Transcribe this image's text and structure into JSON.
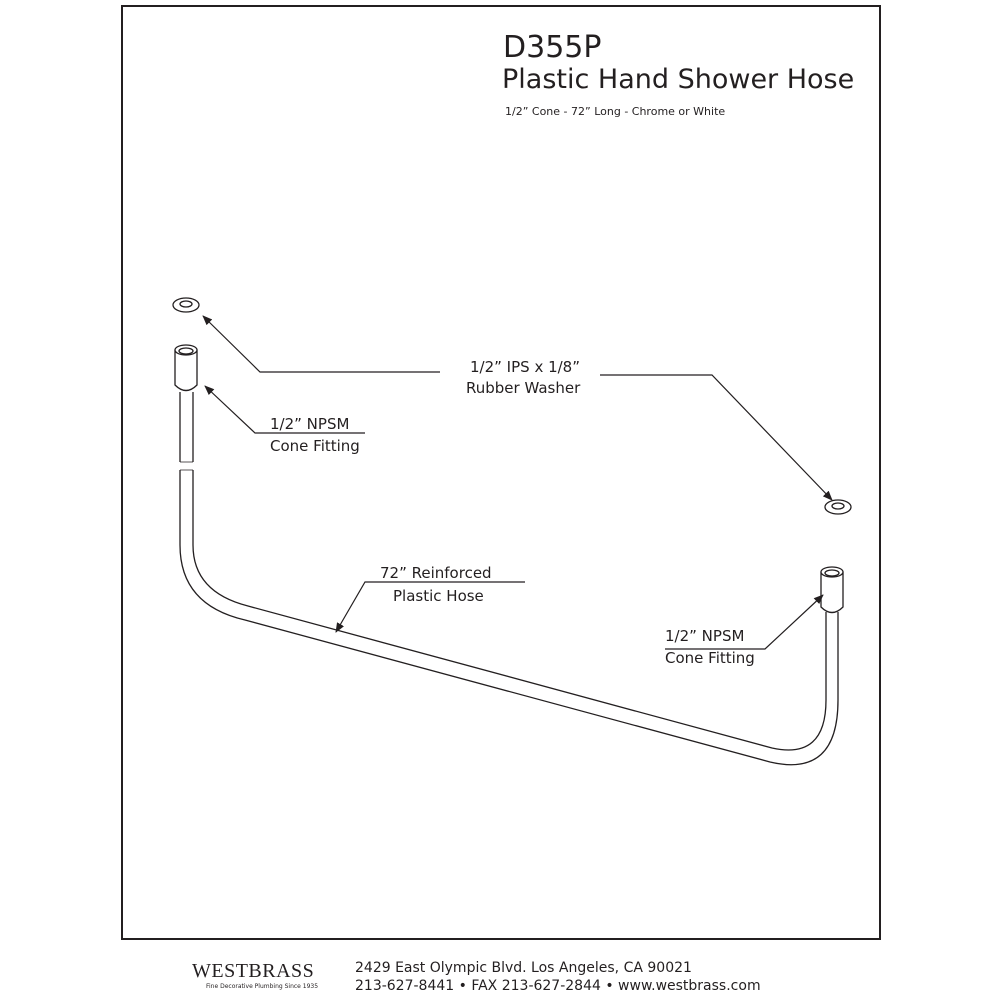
{
  "title": {
    "model": "D355P",
    "name": "Plastic Hand Shower Hose",
    "subtitle": "1/2” Cone - 72” Long - Chrome or White"
  },
  "callouts": {
    "washer": {
      "line1": "1/2” IPS x 1/8”",
      "line2": "Rubber Washer"
    },
    "left_fitting": {
      "line1": "1/2” NPSM",
      "line2": "Cone Fitting"
    },
    "hose": {
      "line1": "72” Reinforced",
      "line2": "Plastic Hose"
    },
    "right_fitting": {
      "line1": "1/2” NPSM",
      "line2": "Cone Fitting"
    }
  },
  "footer": {
    "brand": "WESTBRASS",
    "tagline": "Fine Decorative Plumbing Since 1935",
    "address": "2429 East Olympic Blvd. Los Angeles, CA  90021",
    "contact": "213-627-8441 • FAX 213-627-2844 • www.westbrass.com"
  }
}
